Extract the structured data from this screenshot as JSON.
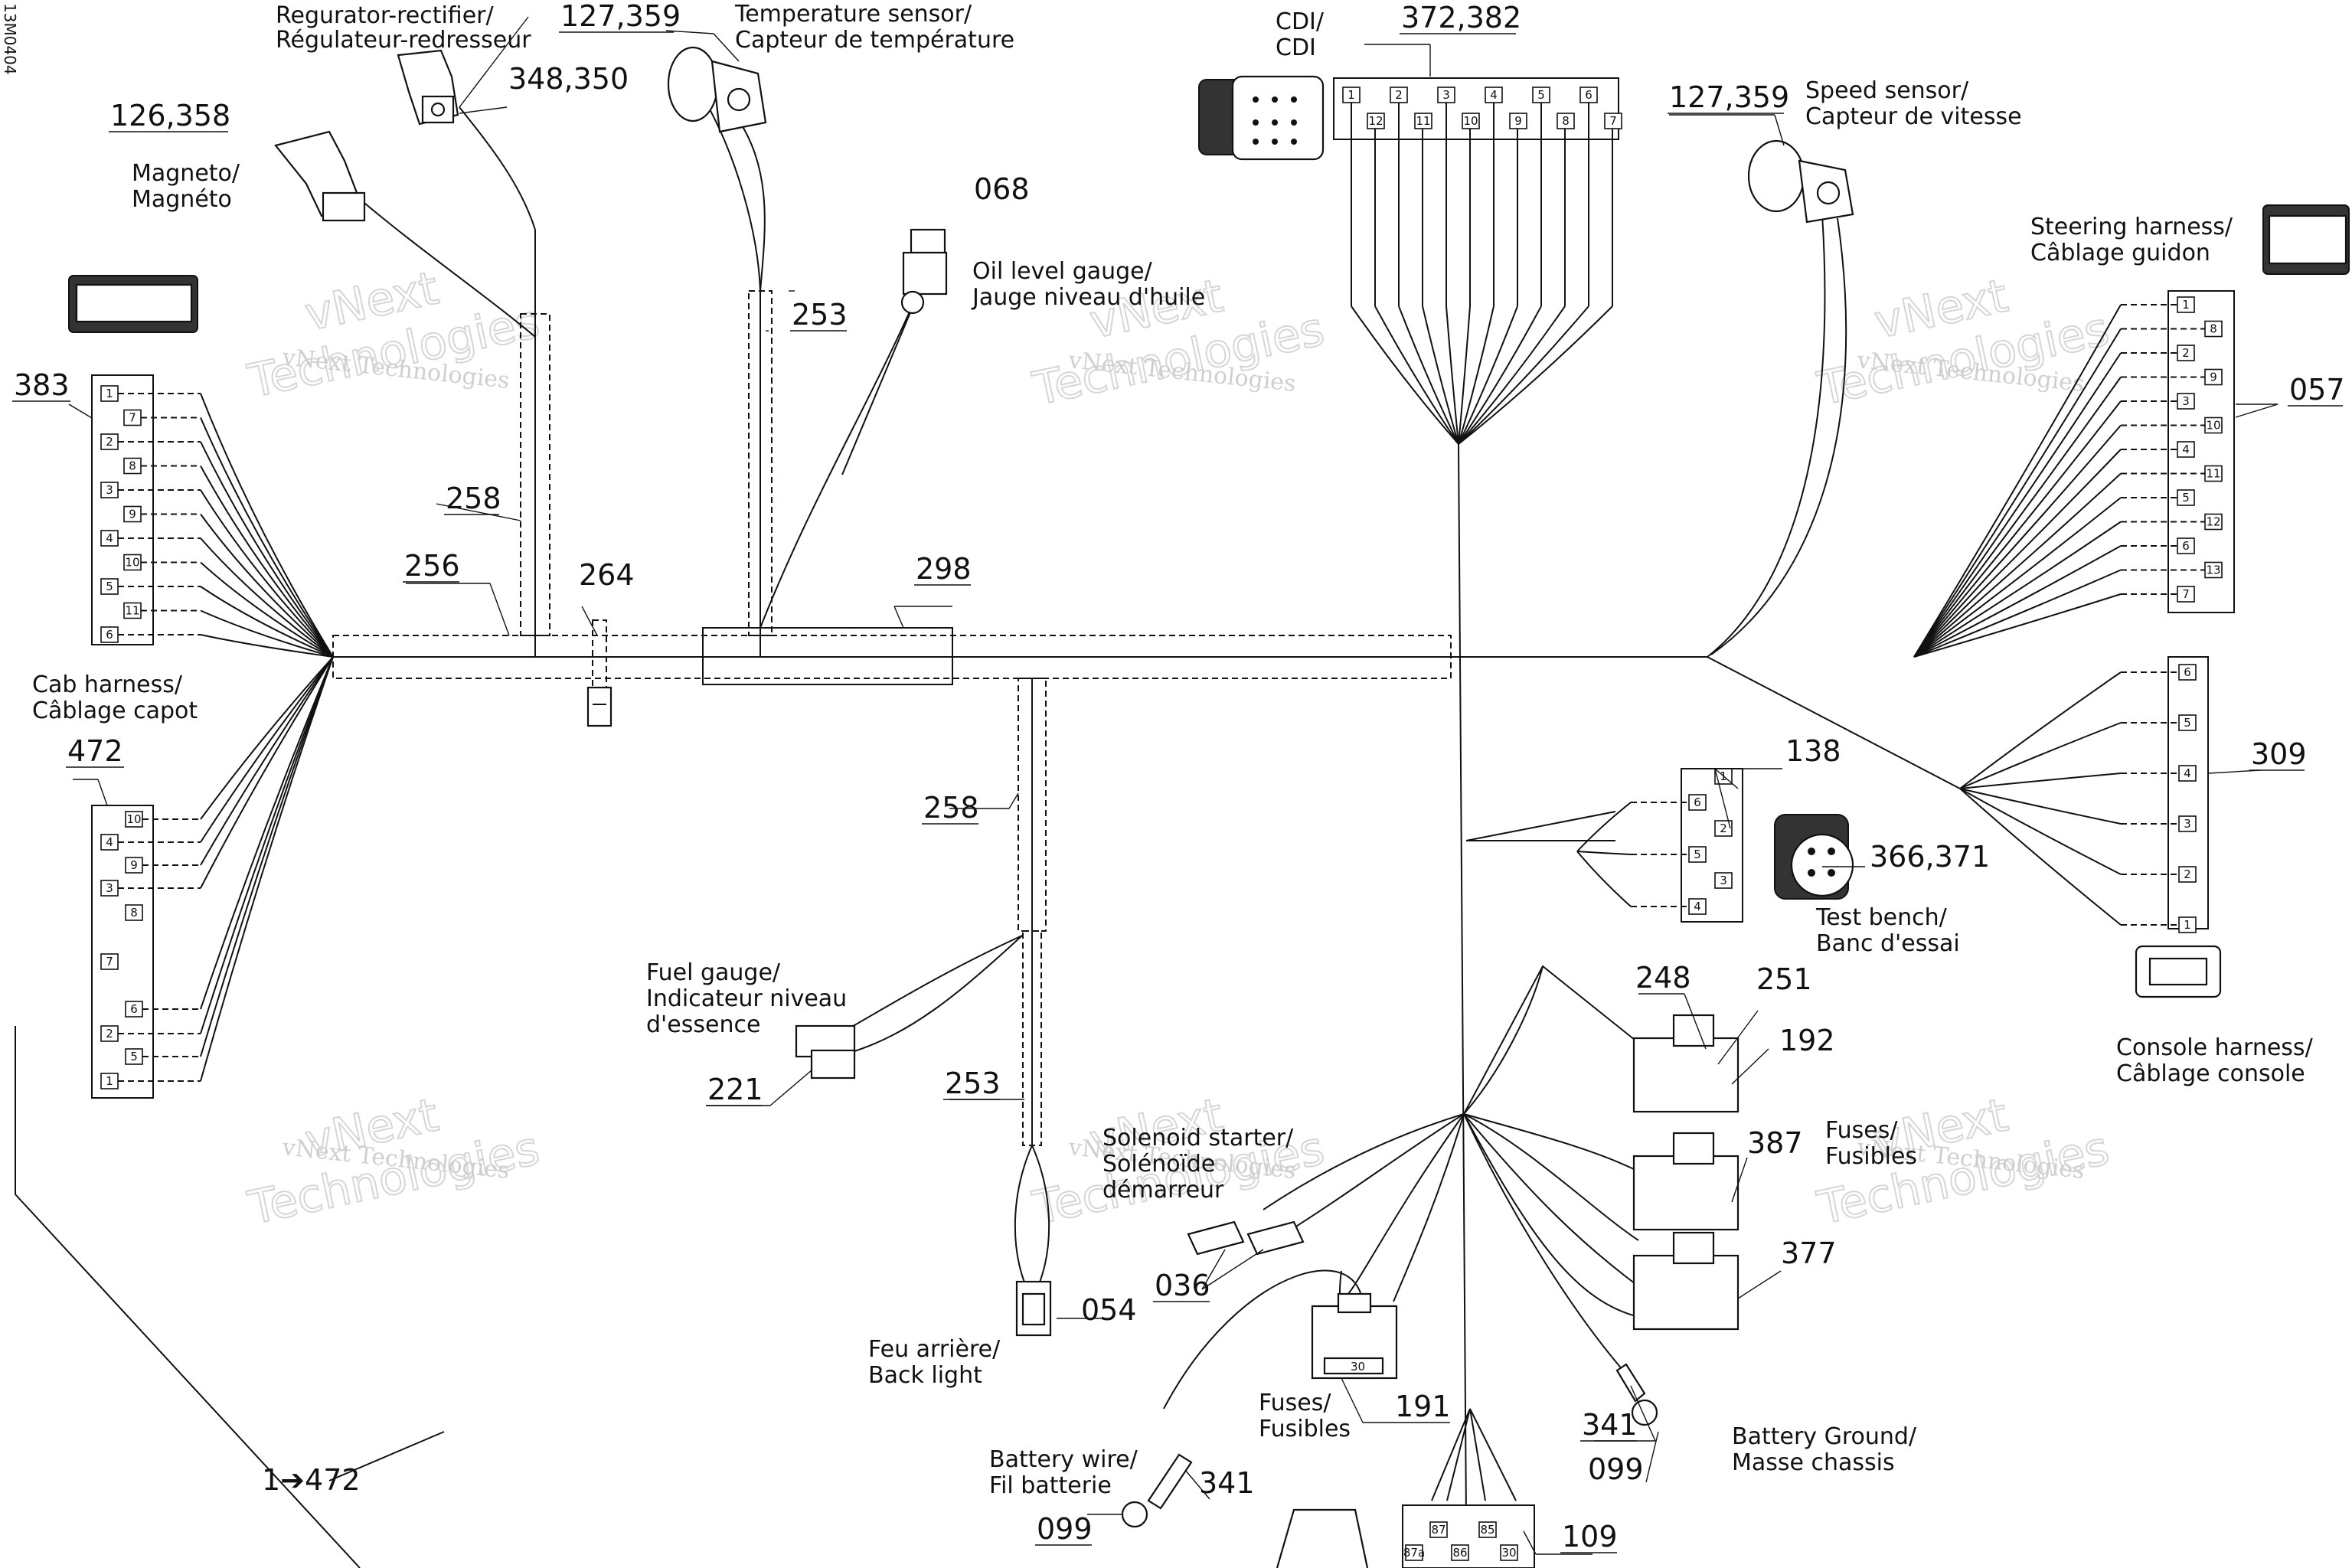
{
  "doc_code": "13M0404",
  "watermark": {
    "line1": "vNext Technologies",
    "line2_a": "vNext",
    "line2_b": "Technologies"
  },
  "labels": {
    "regulator": [
      "Regurator-rectifier/",
      "Régulateur-redresseur"
    ],
    "temperature": [
      "Temperature sensor/",
      "Capteur de température"
    ],
    "magneto": [
      "Magneto/",
      "Magnéto"
    ],
    "oil": [
      "Oil level gauge/",
      "Jauge niveau d'huile"
    ],
    "cdi": [
      "CDI/",
      "CDI"
    ],
    "speed": [
      "Speed sensor/",
      "Capteur de vitesse"
    ],
    "steering": [
      "Steering harness/",
      "Câblage guidon"
    ],
    "cab": [
      "Cab harness/",
      "Câblage capot"
    ],
    "test_bench": [
      "Test bench/",
      "Banc d'essai"
    ],
    "console": [
      "Console harness/",
      "Câblage console"
    ],
    "fuel_gauge": [
      "Fuel gauge/",
      "Indicateur niveau",
      "d'essence"
    ],
    "fuses_right": [
      "Fuses/",
      "Fusibles"
    ],
    "solenoid": [
      "Solenoid starter/",
      "Solénoïde",
      "démarreur"
    ],
    "back_light": [
      "Feu arrière/",
      "Back light"
    ],
    "fuses_bottom": [
      "Fuses/",
      "Fusibles"
    ],
    "battery_wire": [
      "Battery wire/",
      "Fil batterie"
    ],
    "battery_ground": [
      "Battery Ground/",
      "Masse chassis"
    ]
  },
  "refs": {
    "r127_359_top": "127,359",
    "r348_350": "348,350",
    "r126_358": "126,358",
    "r068": "068",
    "r372_382": "372,382",
    "r127_359_speed": "127,359",
    "r057": "057",
    "r383": "383",
    "r253_top": "253",
    "r258_top": "258",
    "r256": "256",
    "r264": "264",
    "r298": "298",
    "r472": "472",
    "r138": "138",
    "r366_371": "366,371",
    "r309": "309",
    "r258_mid": "258",
    "r248": "248",
    "r251": "251",
    "r192": "192",
    "r387": "387",
    "r377": "377",
    "r221": "221",
    "r253_low": "253",
    "r036": "036",
    "r054": "054",
    "r191": "191",
    "r341_right": "341",
    "r099_right": "099",
    "r341_left": "341",
    "r099_left": "099",
    "r109": "109",
    "footer": "1➔472"
  },
  "pins": {
    "cdi_top": [
      "1",
      "2",
      "3",
      "4",
      "5",
      "6"
    ],
    "cdi_bottom": [
      "12",
      "11",
      "10",
      "9",
      "8",
      "7"
    ],
    "c383": [
      "1",
      "7",
      "2",
      "8",
      "3",
      "9",
      "4",
      "10",
      "5",
      "11",
      "6"
    ],
    "c472": [
      "10",
      "4",
      "9",
      "3",
      "8",
      "7",
      "6",
      "2",
      "5",
      "1"
    ],
    "c057": [
      "1",
      "8",
      "2",
      "9",
      "3",
      "10",
      "4",
      "11",
      "5",
      "12",
      "6",
      "13",
      "7"
    ],
    "c309": [
      "6",
      "5",
      "4",
      "3",
      "2",
      "1"
    ],
    "c138": [
      "1",
      "6",
      "2",
      "5",
      "3",
      "4"
    ],
    "relay": [
      "87",
      "85",
      "87a",
      "86",
      "30"
    ],
    "fuse_block": "30"
  }
}
